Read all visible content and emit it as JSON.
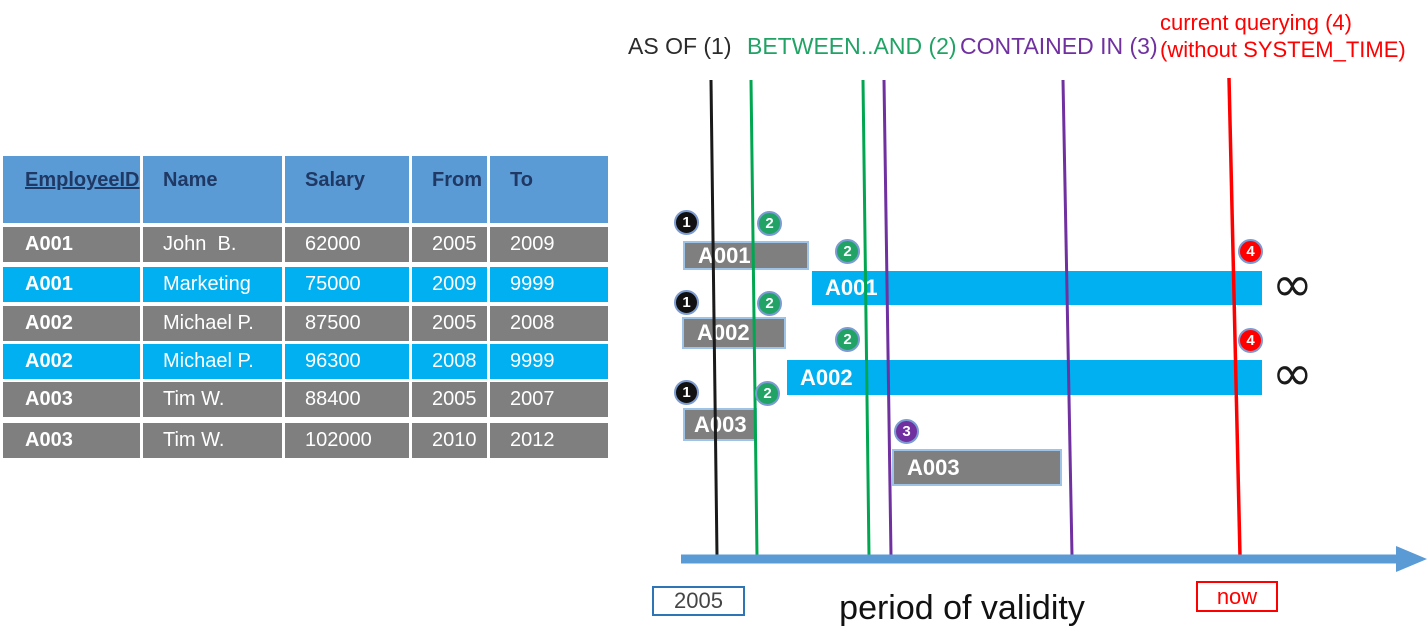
{
  "legend": {
    "as_of": "AS OF (1)",
    "between_and": "BETWEEN..AND (2)",
    "contained_in": "CONTAINED IN (3)",
    "current_querying": "current querying (4)",
    "without_system_time": "(without SYSTEM_TIME)"
  },
  "table": {
    "headers": [
      "EmployeeID",
      "Name",
      "Salary",
      "From",
      "To"
    ],
    "rows": [
      {
        "cells": [
          "A001",
          "John  B.",
          "62000",
          "2005",
          "2009"
        ]
      },
      {
        "cells": [
          "A001",
          "Marketing",
          "75000",
          "2009",
          "9999"
        ]
      },
      {
        "cells": [
          "A002",
          "Michael P.",
          "87500",
          "2005",
          "2008"
        ]
      },
      {
        "cells": [
          "A002",
          "Michael P.",
          "96300",
          "2008",
          "9999"
        ]
      },
      {
        "cells": [
          "A003",
          "Tim W.",
          "88400",
          "2005",
          "2007"
        ]
      },
      {
        "cells": [
          "A003",
          "Tim W.",
          "102000",
          "2010",
          "2012"
        ]
      }
    ]
  },
  "timeline": {
    "bars": [
      {
        "label": "A001"
      },
      {
        "label": "A001"
      },
      {
        "label": "A002"
      },
      {
        "label": "A002"
      },
      {
        "label": "A003"
      },
      {
        "label": "A003"
      }
    ],
    "badges": [
      {
        "number": "1"
      },
      {
        "number": "2"
      },
      {
        "number": "2"
      },
      {
        "number": "1"
      },
      {
        "number": "2"
      },
      {
        "number": "2"
      },
      {
        "number": "1"
      },
      {
        "number": "2"
      },
      {
        "number": "3"
      },
      {
        "number": "4"
      },
      {
        "number": "4"
      }
    ],
    "infinity": "∞",
    "axis": {
      "start_year": "2005",
      "title": "period of validity",
      "now_label": "now"
    }
  },
  "colors": {
    "header_blue": "#5B9BD5",
    "row_gray": "#7F7F7F",
    "row_cyan": "#00B0F0",
    "line_green": "#00A650",
    "line_purple": "#7030A0",
    "line_red": "#FF0000",
    "navy_text": "#1F3864",
    "axis_blue": "#5B9BD5"
  }
}
